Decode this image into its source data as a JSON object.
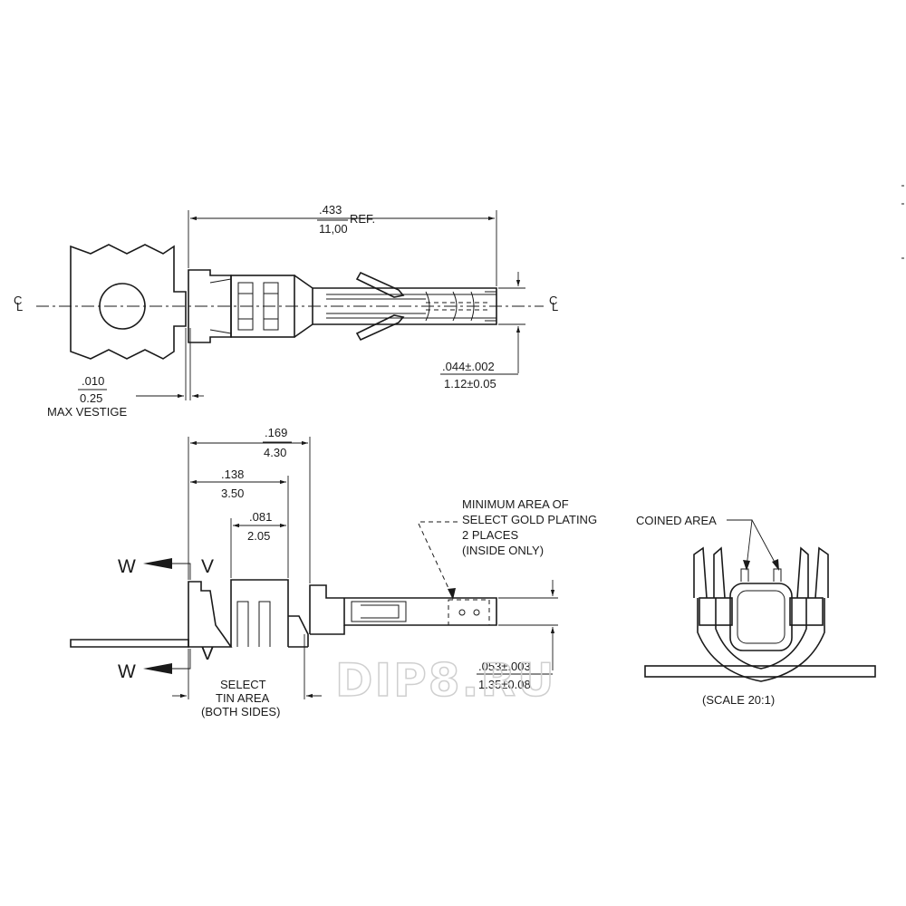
{
  "top_view": {
    "overall_length": {
      "inch": ".433",
      "mm": "11,00",
      "suffix": "REF."
    },
    "vestige": {
      "inch": ".010",
      "mm": "0.25",
      "note": "MAX VESTIGE"
    },
    "pin_dia": {
      "inch": ".044±.002",
      "mm": "1.12±0.05"
    },
    "centerline_label": "C"
  },
  "side_view": {
    "dim_169": {
      "inch": ".169",
      "mm": "4.30"
    },
    "dim_138": {
      "inch": ".138",
      "mm": "3.50"
    },
    "dim_081": {
      "inch": ".081",
      "mm": "2.05"
    },
    "section_w": "W",
    "section_v": "V",
    "gold_note": [
      "MINIMUM AREA OF",
      "SELECT GOLD PLATING",
      "2 PLACES",
      "(INSIDE ONLY)"
    ],
    "tin_note": [
      "SELECT",
      "TIN AREA",
      "(BOTH SIDES)"
    ],
    "thickness": {
      "inch": ".053±.003",
      "mm": "1.35±0.08"
    }
  },
  "section_view": {
    "coined_label": "COINED AREA",
    "scale_label": "(SCALE 20:1)"
  },
  "watermark": "DIP8.RU"
}
